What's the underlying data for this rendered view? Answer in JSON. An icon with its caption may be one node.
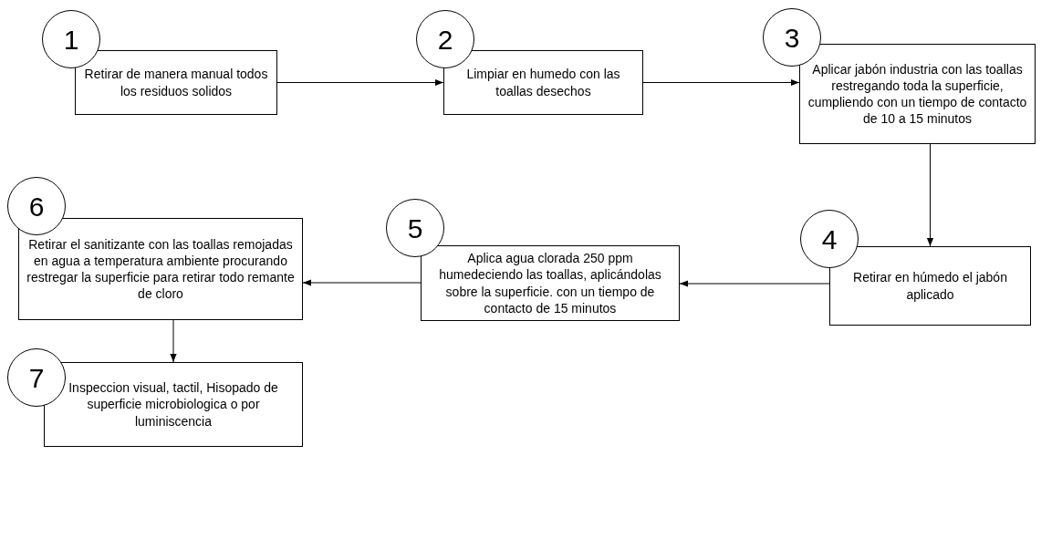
{
  "diagram": {
    "nodes": [
      {
        "text": [
          "1"
        ]
      },
      {
        "text": [
          "Retirar de manera manual todos los residuos solidos"
        ]
      },
      {
        "text": [
          "2"
        ]
      },
      {
        "text": [
          "Limpiar en humedo con las toallas desechos"
        ]
      },
      {
        "text": [
          "3"
        ]
      },
      {
        "text": [
          "Aplicar jabón industria con las toallas restregando toda la superficie, cumpliendo con un tiempo de contacto de 10 a 15 minutos"
        ]
      },
      {
        "text": [
          "6"
        ]
      },
      {
        "text": [
          "Retirar el sanitizante con las toallas remojadas en agua a temperatura ambiente procurando restregar la superficie para retirar todo remante de cloro"
        ]
      },
      {
        "text": [
          "5"
        ]
      },
      {
        "text": [
          "Aplica agua clorada 250 ppm humedeciendo las toallas, aplicándolas sobre la superficie. con un tiempo de contacto de 15 minutos"
        ]
      },
      {
        "text": [
          "4"
        ]
      },
      {
        "text": [
          "Retirar en húmedo el jabón aplicado"
        ]
      },
      {
        "text": [
          "7"
        ]
      },
      {
        "text": [
          "Inspeccion visual, tactil, Hisopado de superficie microbiologica o por luminiscencia"
        ]
      }
    ],
    "edges": [
      {
        "from": 1,
        "to": 3,
        "arrow": "to"
      },
      {
        "from": 3,
        "to": 5,
        "arrow": "to"
      },
      {
        "from": 5,
        "to": 11,
        "arrow": "to"
      },
      {
        "from": 11,
        "to": 9,
        "arrow": "to"
      },
      {
        "from": 9,
        "to": 7,
        "arrow": "to"
      },
      {
        "from": 7,
        "to": 13,
        "arrow": "to"
      }
    ]
  }
}
